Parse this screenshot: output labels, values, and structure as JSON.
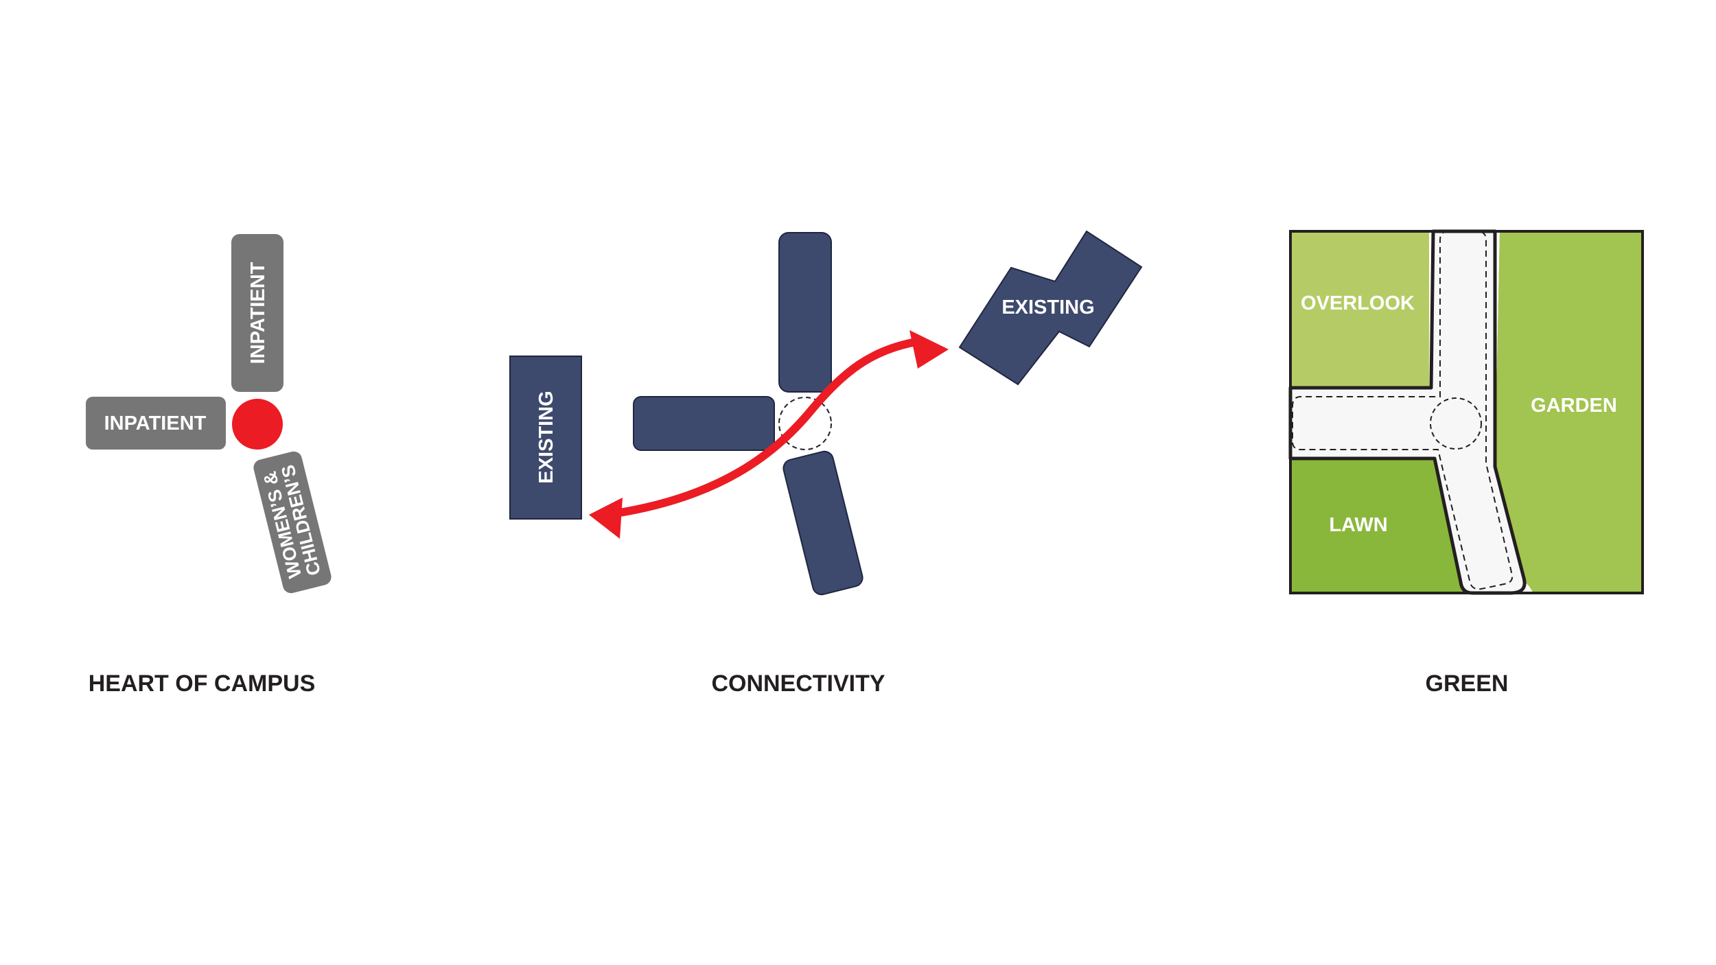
{
  "colors": {
    "gray_block": "#767676",
    "navy_block": "#3d4a6e",
    "red_accent": "#ec1c24",
    "lawn_green": "#89b73b",
    "garden_green": "#a2c450",
    "overlook_green": "#b5cc66",
    "path_fill": "#f7f7f7"
  },
  "heart": {
    "caption": "HEART OF CAMPUS",
    "block_top": "INPATIENT",
    "block_left": "INPATIENT",
    "block_bottom_line1": "WOMEN’S &",
    "block_bottom_line2": "CHILDREN’S"
  },
  "connectivity": {
    "caption": "CONNECTIVITY",
    "existing_left": "EXISTING",
    "existing_right": "EXISTING"
  },
  "green": {
    "caption": "GREEN",
    "overlook": "OVERLOOK",
    "garden": "GARDEN",
    "lawn": "LAWN"
  }
}
